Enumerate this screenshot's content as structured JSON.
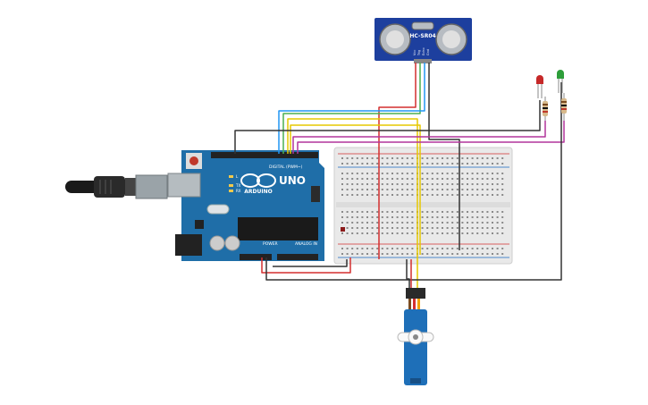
{
  "arduino": {
    "model_label": "UNO",
    "brand_label": "ARDUINO",
    "digital_header_label": "DIGITAL (PWM~)",
    "power_header_label": "POWER",
    "analog_header_label": "ANALOG IN",
    "tx_label": "TX",
    "rx_label": "RX",
    "l_label": "L",
    "board_color": "#1f6ea8"
  },
  "sensor": {
    "model_label": "HC-SR04",
    "pin_labels": [
      "Vcc",
      "Trig",
      "Echo",
      "Gnd"
    ],
    "board_color": "#1d3f9e"
  },
  "leds": [
    {
      "color_name": "red",
      "color": "#c62828"
    },
    {
      "color_name": "green",
      "color": "#2e9e3a"
    }
  ],
  "wire_colors": {
    "power": "#d32f2f",
    "ground": "#333333",
    "trig": "#4caf50",
    "echo": "#2196f3",
    "signal": "#e6c800",
    "led": "#b2359b"
  },
  "servo": {
    "body_color": "#1e6fb8"
  }
}
